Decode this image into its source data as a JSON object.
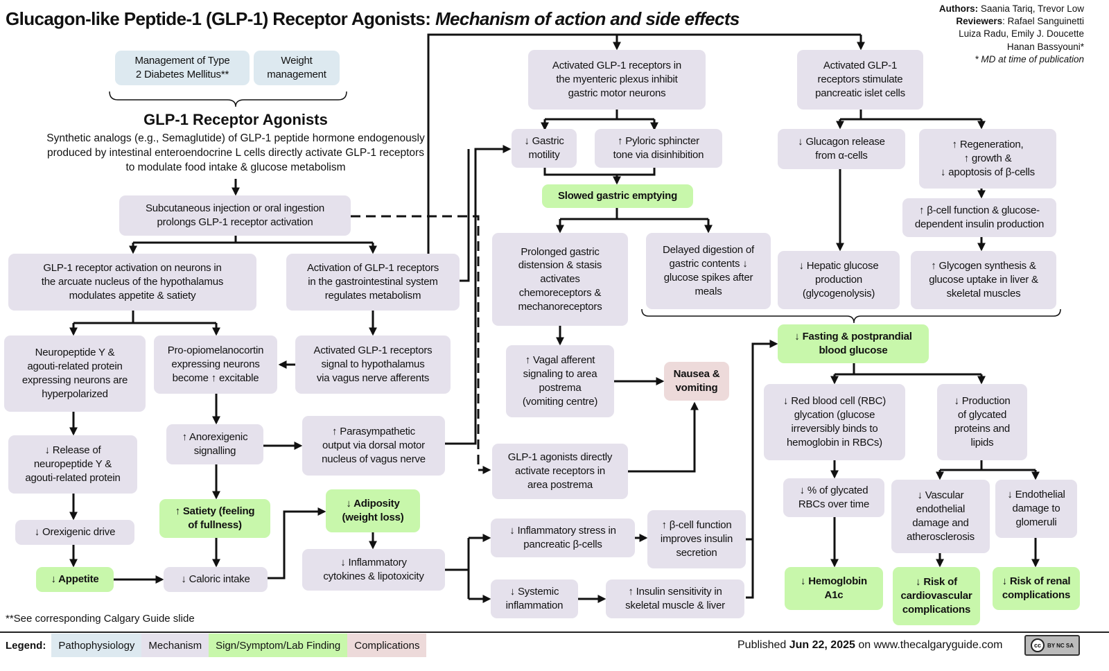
{
  "title": {
    "main": "Glucagon-like Peptide-1 (GLP-1) Receptor Agonists: ",
    "subtitle": "Mechanism of action and side effects"
  },
  "authors": {
    "authors_label": "Authors:",
    "authors": " Saania Tariq, Trevor Low",
    "reviewers_label": "Reviewers",
    "reviewers": ": Rafael Sanguinetti",
    "line3": "Luiza Radu, Emily J. Doucette",
    "line4": "Hanan Bassyouni*",
    "line5": "* MD at time of publication"
  },
  "heading": "GLP-1 Receptor Agonists",
  "description": "Synthetic analogs (e.g., Semaglutide) of GLP-1 peptide hormone endogenously\nproduced by intestinal enteroendocrine L cells directly activate GLP-1 receptors\nto modulate food intake & glucose metabolism",
  "boxes": {
    "t2dm": "Management of Type\n2 Diabetes Mellitus**",
    "weight": "Weight\nmanagement",
    "subcut": "Subcutaneous injection or oral ingestion\nprolongs GLP-1 receptor activation",
    "arcuate": "GLP-1 receptor activation on neurons in\nthe arcuate nucleus of the hypothalamus\nmodulates appetite & satiety",
    "gi": "Activation of GLP-1 receptors\nin the gastrointestinal system\nregulates metabolism",
    "npy": "Neuropeptide Y &\nagouti-related protein\nexpressing neurons are\nhyperpolarized",
    "pomc": "Pro-opiomelanocortin\nexpressing neurons\nbecome ↑ excitable",
    "vagus_aff": "Activated GLP-1 receptors\nsignal to hypothalamus\nvia vagus nerve afferents",
    "release_npy": "↓ Release of\nneuropeptide Y &\nagouti-related protein",
    "anorexigenic": "↑ Anorexigenic\nsignalling",
    "parasymp": "↑ Parasympathetic\noutput via dorsal motor\nnucleus of vagus nerve",
    "orexigenic": "↓ Orexigenic drive",
    "satiety": "↑ Satiety (feeling\nof fullness)",
    "adiposity": "↓ Adiposity\n(weight loss)",
    "appetite": "↓ Appetite",
    "caloric": "↓ Caloric intake",
    "cytokines": "↓ Inflammatory\ncytokines & lipotoxicity",
    "myenteric": "Activated GLP-1 receptors in\nthe myenteric plexus inhibit\ngastric motor neurons",
    "motility": "↓ Gastric\nmotility",
    "pyloric": "↑ Pyloric sphincter\ntone via disinhibition",
    "slowed": "Slowed gastric emptying",
    "distension": "Prolonged gastric\ndistension & stasis\nactivates\nchemoreceptors &\nmechanoreceptors",
    "delayed": "Delayed digestion of\ngastric contents ↓\nglucose spikes after\nmeals",
    "vagal_aff": "↑ Vagal afferent\nsignaling to area\npostrema\n(vomiting centre)",
    "nausea": "Nausea &\nvomiting",
    "postrema": "GLP-1 agonists directly\nactivate receptors in\narea postrema",
    "inflam_stress": "↓ Inflammatory stress in\npancreatic β-cells",
    "beta_improves": "↑ β-cell function\nimproves insulin\nsecretion",
    "systemic": "↓ Systemic\ninflammation",
    "insulin_sens": "↑ Insulin sensitivity in\nskeletal muscle & liver",
    "islet": "Activated GLP-1\nreceptors stimulate\npancreatic islet cells",
    "glucagon": "↓ Glucagon release\nfrom α-cells",
    "regen": "↑ Regeneration,\n↑ growth &\n↓ apoptosis of β-cells",
    "beta_func": "↑ β-cell function & glucose-\ndependent insulin production",
    "hepatic": "↓ Hepatic glucose\nproduction\n(glycogenolysis)",
    "glycogen": "↑ Glycogen synthesis &\nglucose uptake in liver &\nskeletal muscles",
    "fasting": "↓ Fasting & postprandial\nblood glucose",
    "rbc": "↓ Red blood cell (RBC)\nglycation (glucose\nirreversibly binds to\nhemoglobin in RBCs)",
    "glycated_prot": "↓ Production\nof glycated\nproteins and\nlipids",
    "pct_rbc": "↓ % of glycated\nRBCs over time",
    "vascular": "↓ Vascular\nendothelial\ndamage and\natherosclerosis",
    "endothelial": "↓ Endothelial\ndamage to\nglomeruli",
    "hba1c": "↓ Hemoglobin\nA1c",
    "cv_risk": "↓ Risk of\ncardiovascular\ncomplications",
    "renal_risk": "↓ Risk of renal\ncomplications"
  },
  "footnote": "**See corresponding Calgary Guide slide",
  "legend": {
    "label": "Legend:",
    "items": [
      "Pathophysiology",
      "Mechanism",
      "Sign/Symptom/Lab Finding",
      "Complications"
    ]
  },
  "published": {
    "prefix": "Published ",
    "date": "Jun 22, 2025",
    "suffix": " on www.thecalgaryguide.com"
  },
  "license": {
    "badge": "cc",
    "terms": "BY NC SA"
  },
  "colors": {
    "pathophysiology": "#dde9f0",
    "mechanism": "#e5e1ec",
    "sign": "#c8f7ab",
    "complications": "#eddada"
  }
}
